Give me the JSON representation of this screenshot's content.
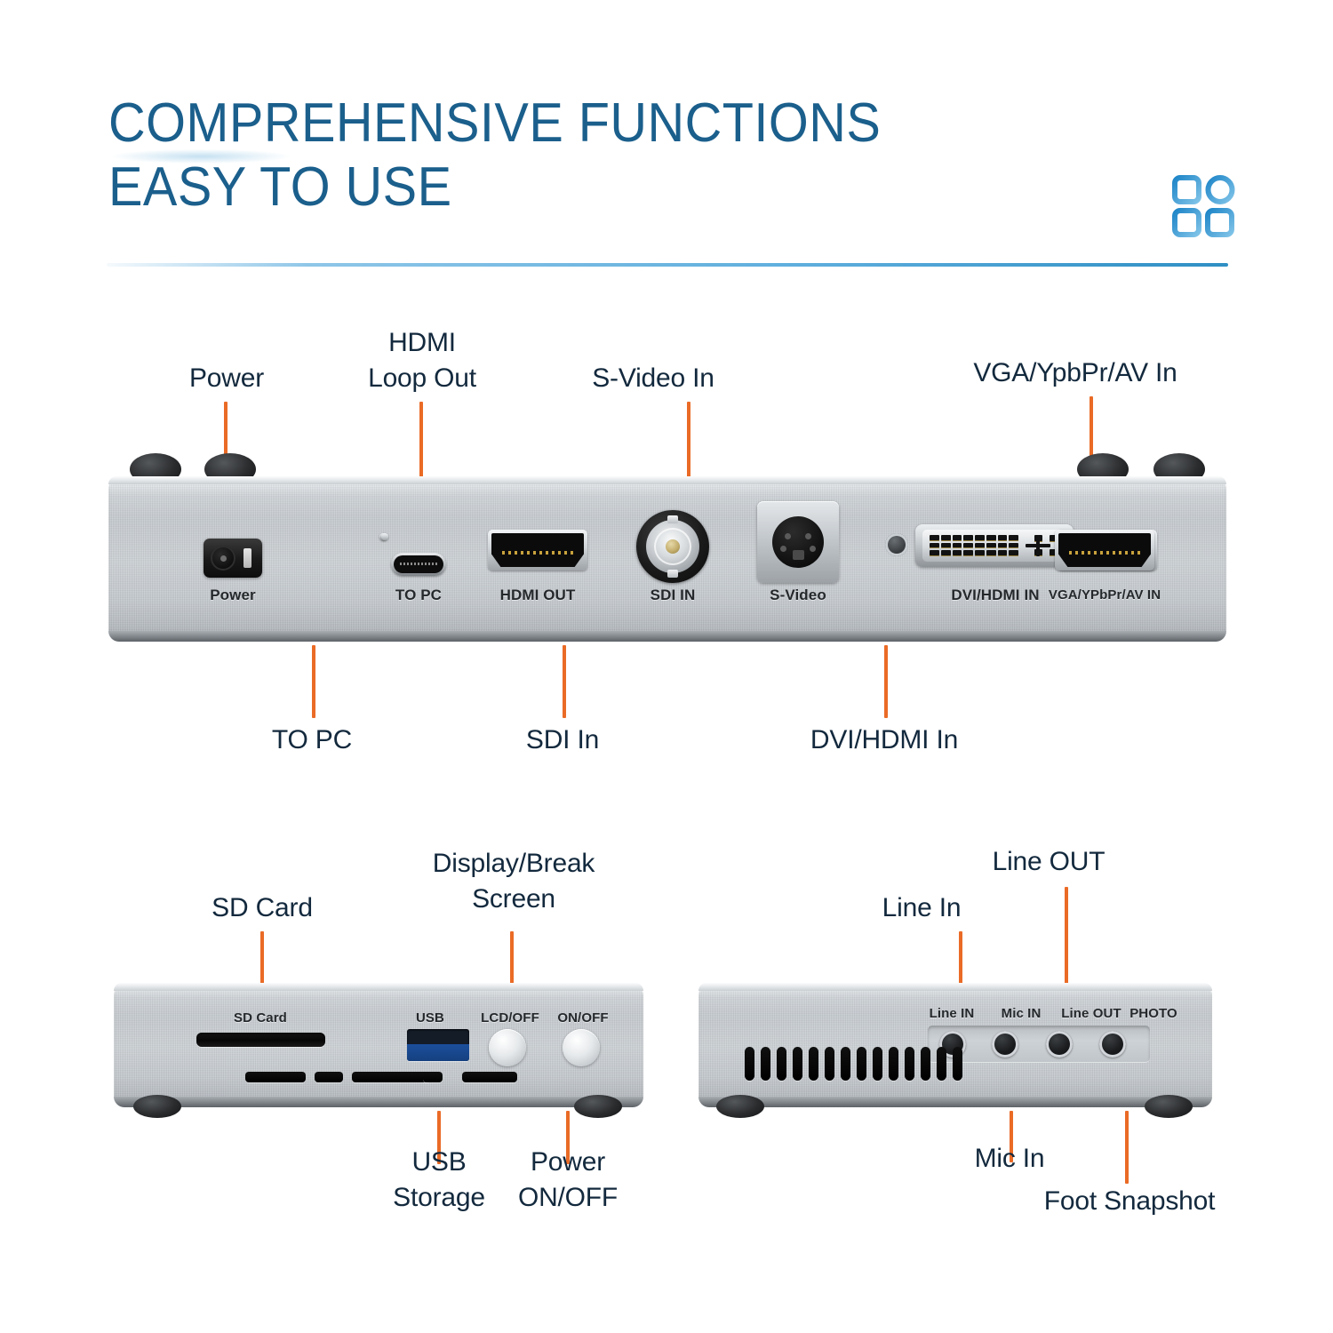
{
  "header": {
    "title_line1": "COMPREHENSIVE FUNCTIONS",
    "title_line2": "EASY TO USE",
    "icon": "grid-apps-icon",
    "title_color": "#1b5f8c",
    "divider_color": "#5eaedd"
  },
  "theme": {
    "callout_text_color": "#13293d",
    "leader_line_color": "#ea6b26",
    "chassis_color": "#c6cbd0",
    "silk_text_color": "#25282b"
  },
  "rear_panel": {
    "name": "rear-io-panel",
    "callouts": [
      {
        "label": "Power",
        "position": "above"
      },
      {
        "label": "HDMI\nLoop Out",
        "position": "above"
      },
      {
        "label": "S-Video In",
        "position": "above"
      },
      {
        "label": "VGA/YpbPr/AV In",
        "position": "above"
      },
      {
        "label": "TO PC",
        "position": "below"
      },
      {
        "label": "SDI In",
        "position": "below"
      },
      {
        "label": "DVI/HDMI In",
        "position": "below"
      }
    ],
    "port_silk_labels": [
      "Power",
      "TO PC",
      "HDMI OUT",
      "SDI IN",
      "S-Video",
      "DVI/HDMI IN",
      "VGA/YPbPr/AV IN"
    ]
  },
  "front_panel": {
    "name": "front-panel",
    "callouts": [
      {
        "label": "SD Card",
        "position": "above"
      },
      {
        "label": "Display/Break\nScreen",
        "position": "above"
      },
      {
        "label": "USB\nStorage",
        "position": "below"
      },
      {
        "label": "Power\nON/OFF",
        "position": "below"
      }
    ],
    "port_silk_labels": [
      "SD Card",
      "USB",
      "LCD/OFF",
      "ON/OFF"
    ]
  },
  "side_panel": {
    "name": "audio-side-panel",
    "callouts": [
      {
        "label": "Line In",
        "position": "above"
      },
      {
        "label": "Line OUT",
        "position": "above"
      },
      {
        "label": "Mic In",
        "position": "below"
      },
      {
        "label": "Foot Snapshot",
        "position": "below"
      }
    ],
    "port_silk_labels": [
      "Line IN",
      "Mic IN",
      "Line OUT",
      "PHOTO"
    ]
  }
}
